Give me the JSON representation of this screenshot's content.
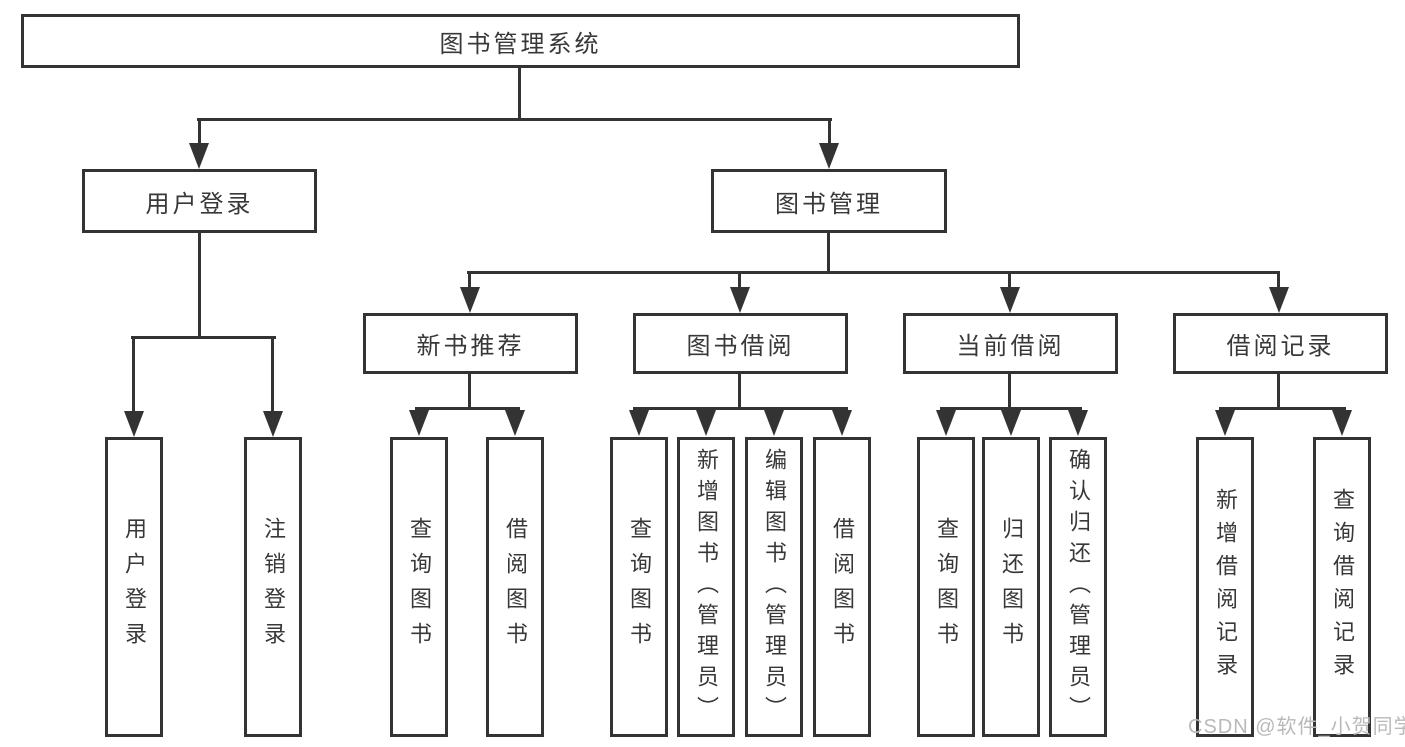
{
  "diagram_type": "hierarchy-tree",
  "colors": {
    "background": "#ffffff",
    "line": "#333333",
    "text": "#383838",
    "watermark": "#b9b9b9"
  },
  "tree": {
    "label": "图书管理系统",
    "children": [
      {
        "label": "用户登录",
        "children": [
          {
            "label": "用户登录"
          },
          {
            "label": "注销登录"
          }
        ]
      },
      {
        "label": "图书管理",
        "children": [
          {
            "label": "新书推荐",
            "children": [
              {
                "label": "查询图书"
              },
              {
                "label": "借阅图书"
              }
            ]
          },
          {
            "label": "图书借阅",
            "children": [
              {
                "label": "查询图书"
              },
              {
                "label": "新增图书（管理员）"
              },
              {
                "label": "编辑图书（管理员）"
              },
              {
                "label": "借阅图书"
              }
            ]
          },
          {
            "label": "当前借阅",
            "children": [
              {
                "label": "查询图书"
              },
              {
                "label": "归还图书"
              },
              {
                "label": "确认归还（管理员）"
              }
            ]
          },
          {
            "label": "借阅记录",
            "children": [
              {
                "label": "新增借阅记录"
              },
              {
                "label": "查询借阅记录"
              }
            ]
          }
        ]
      }
    ]
  },
  "watermark": {
    "text": "CSDN @软件_小贺同学"
  }
}
